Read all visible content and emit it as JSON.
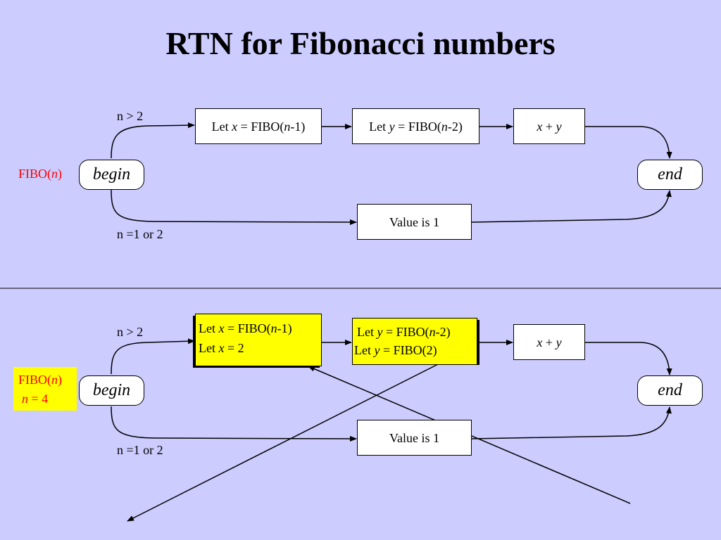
{
  "title": "RTN for Fibonacci numbers",
  "top": {
    "cond_gt": "n > 2",
    "cond_eq": "n =1 or 2",
    "call": {
      "prefix": "FIBO(",
      "var": "n",
      "suffix": ")"
    },
    "begin": "begin",
    "end": "end",
    "box_x": {
      "prefix": "Let ",
      "v": "x",
      "mid": " = FIBO(",
      "n": "n",
      "suffix": "-1)"
    },
    "box_y": {
      "prefix": "Let ",
      "v": "y",
      "mid": " = FIBO(",
      "n": "n",
      "suffix": "-2)"
    },
    "box_sum": {
      "a": "x",
      "op": " + ",
      "b": "y"
    },
    "box_value": "Value is 1"
  },
  "bottom": {
    "cond_gt": "n > 2",
    "cond_eq": "n =1 or 2",
    "call": {
      "prefix": "FIBO(",
      "var": "n",
      "suffix": ")",
      "assign_var": "n",
      "assign_rest": " = 4"
    },
    "begin": "begin",
    "end": "end",
    "box_x": {
      "line1": {
        "prefix": "Let ",
        "v": "x",
        "mid": " = FIBO(",
        "n": "n",
        "suffix": "-1)"
      },
      "line2": {
        "prefix": "Let ",
        "v": "x",
        "suffix": " = 2"
      }
    },
    "box_y": {
      "line1": {
        "prefix": "Let ",
        "v": "y",
        "mid": " = FIBO(",
        "n": "n",
        "suffix": "-2)"
      },
      "line2": {
        "prefix": "Let ",
        "v": "y",
        "suffix": " = FIBO(2)"
      }
    },
    "box_sum": {
      "a": "x",
      "op": " + ",
      "b": "y"
    },
    "box_value": "Value is 1"
  },
  "colors": {
    "background": "#ccccff",
    "highlight": "#ffff00",
    "call_text": "#ff0000"
  }
}
